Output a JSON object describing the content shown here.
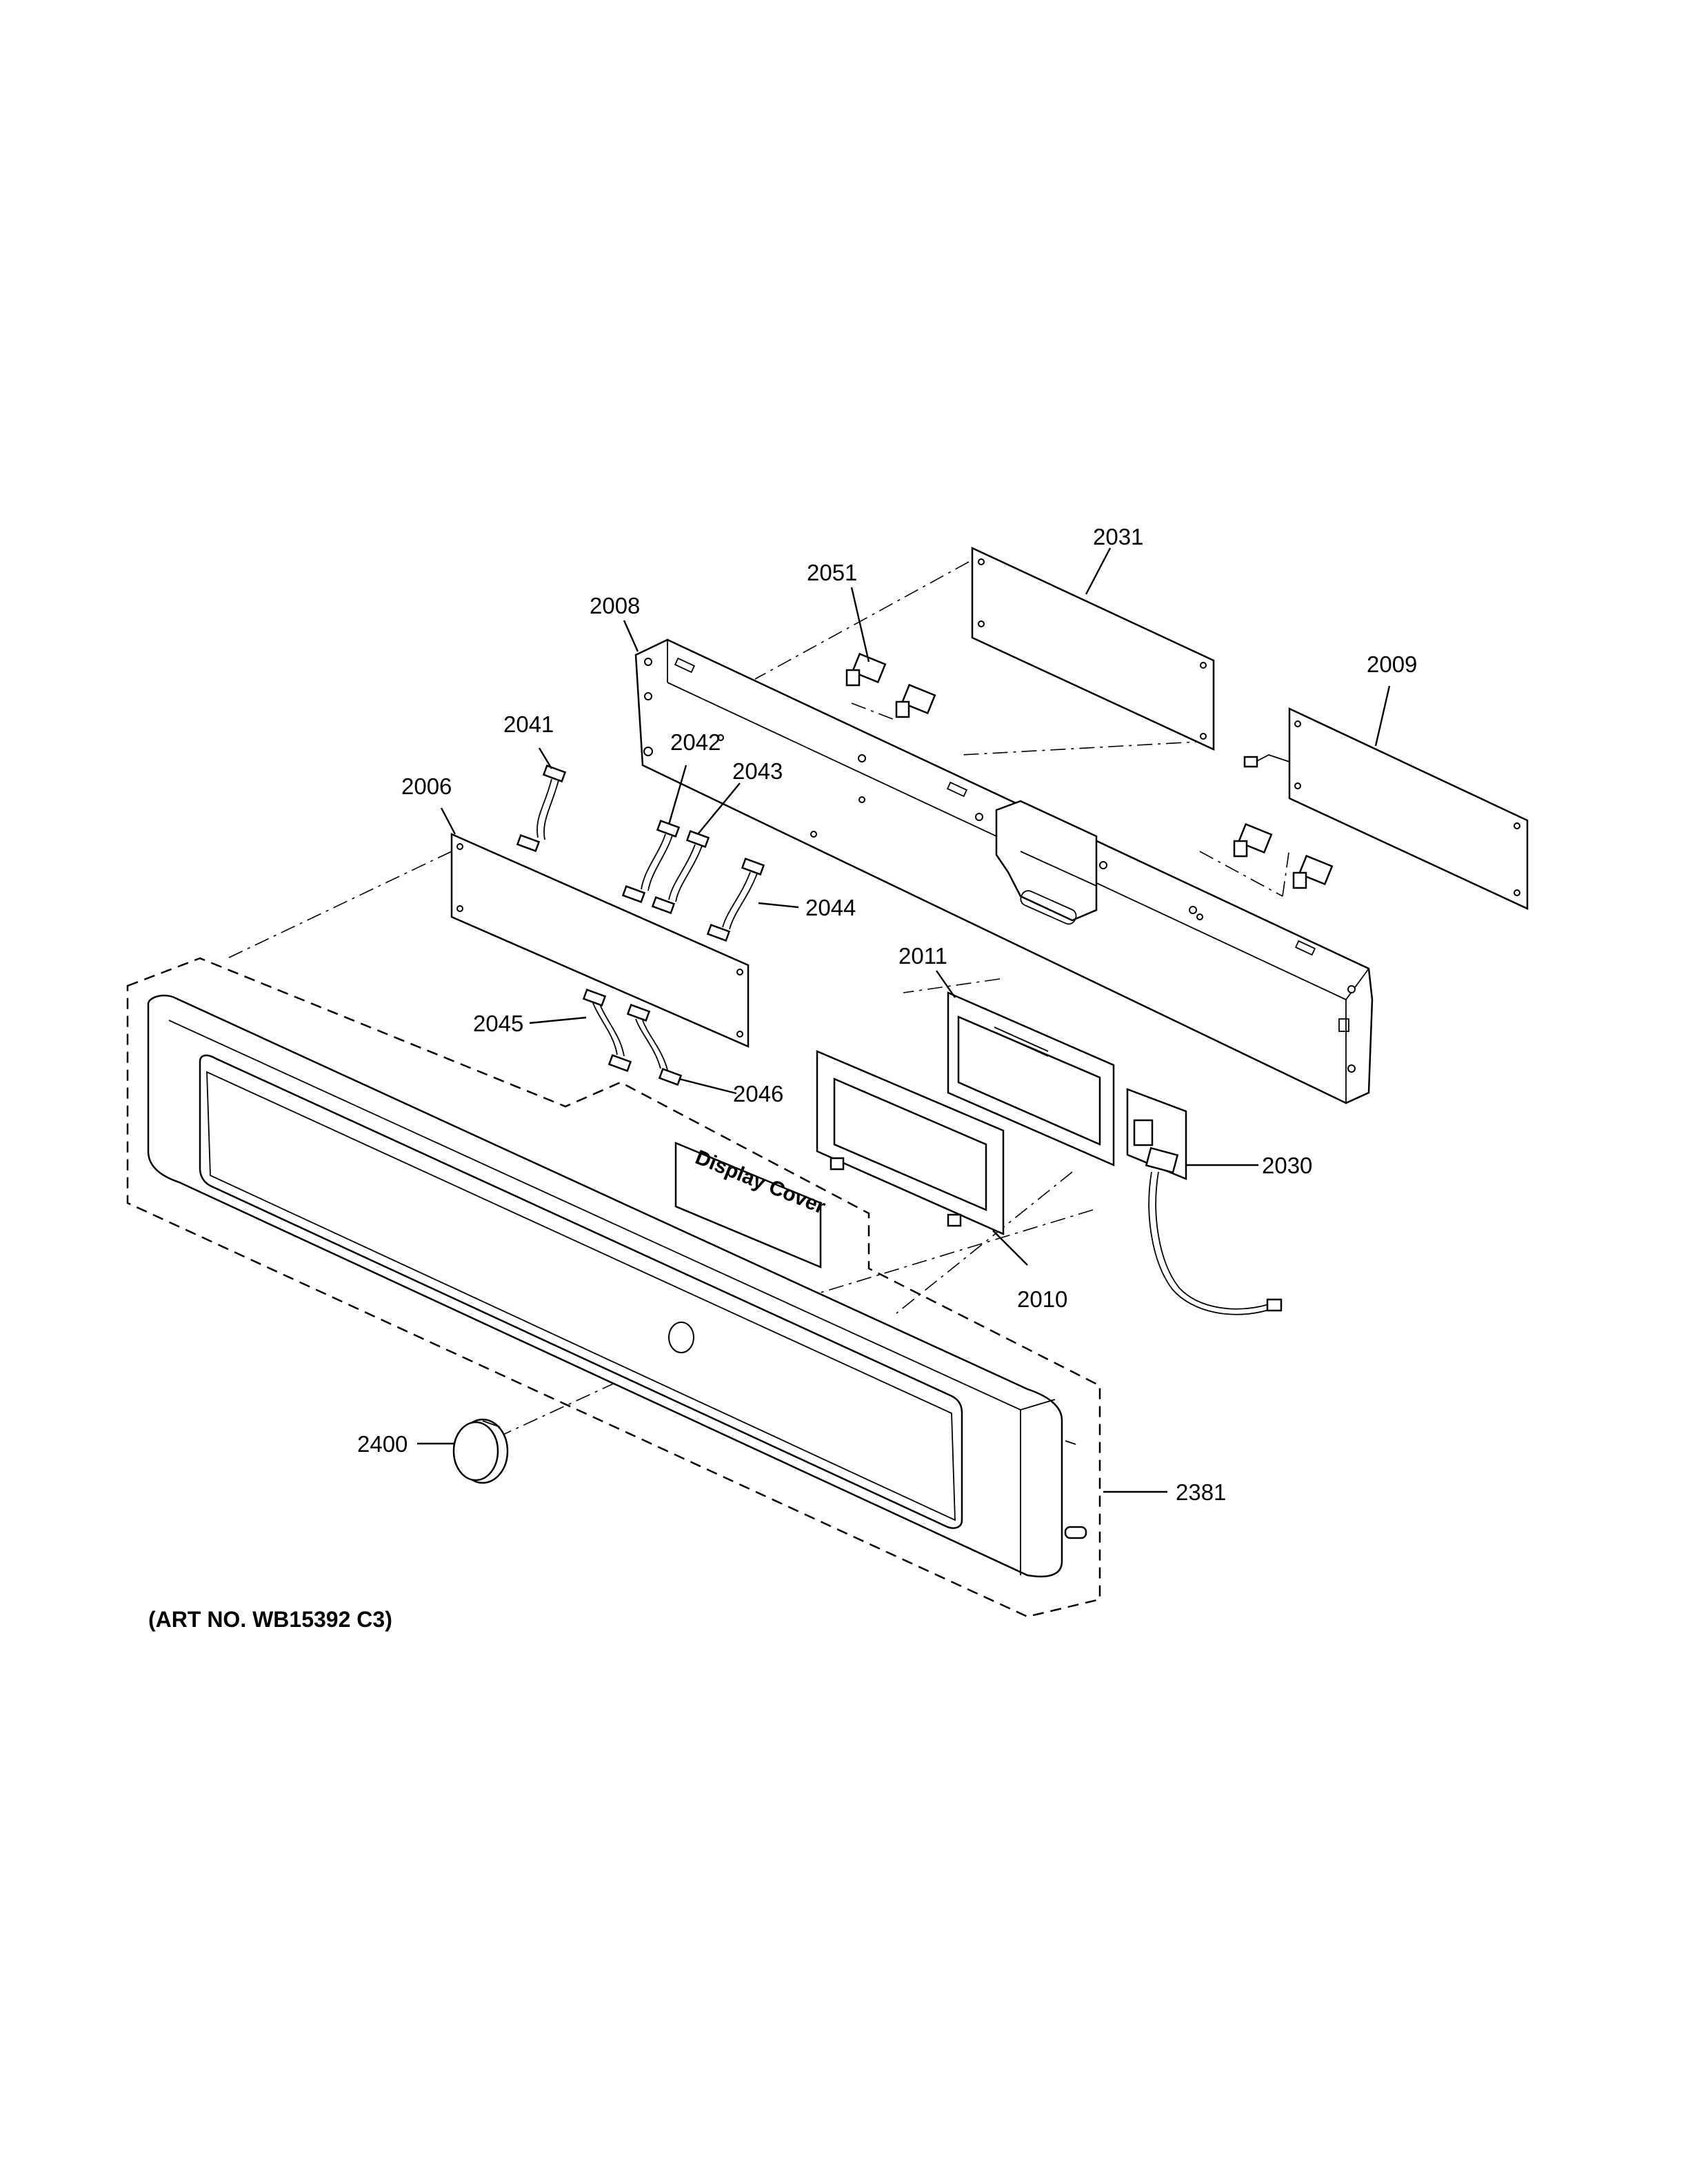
{
  "art_number": "(ART NO. WB15392 C3)",
  "display_cover_label": "Display Cover",
  "callouts": {
    "c2031": "2031",
    "c2051": "2051",
    "c2008": "2008",
    "c2009": "2009",
    "c2041": "2041",
    "c2042": "2042",
    "c2043": "2043",
    "c2006": "2006",
    "c2044": "2044",
    "c2011": "2011",
    "c2045": "2045",
    "c2046": "2046",
    "c2030": "2030",
    "c2010": "2010",
    "c2400": "2400",
    "c2381": "2381"
  }
}
